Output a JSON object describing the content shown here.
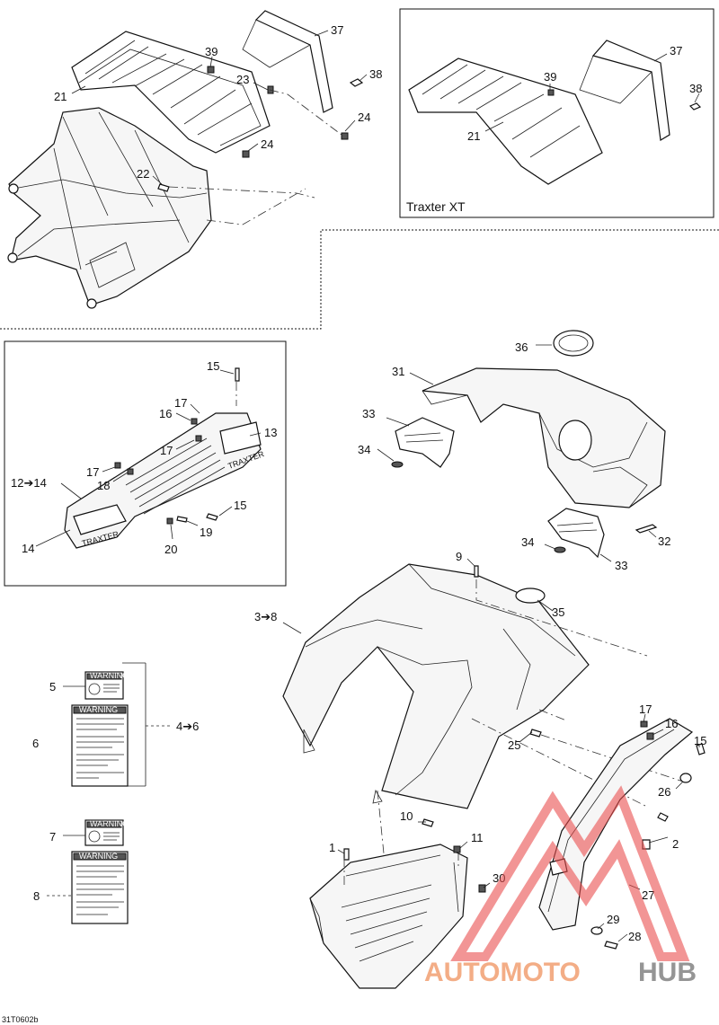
{
  "callouts": {
    "c37a": "37",
    "c39a": "39",
    "c38a": "38",
    "c21a": "21",
    "c23": "23",
    "c24a": "24",
    "c24b": "24",
    "c22": "22",
    "c37b": "37",
    "c39b": "39",
    "c38b": "38",
    "c21b": "21",
    "c15a": "15",
    "c17a": "17",
    "c13": "13",
    "c16a": "16",
    "c17b": "17",
    "c17c": "17",
    "c18": "18",
    "c12_14": "12➔14",
    "c15b": "15",
    "c19": "19",
    "c20": "20",
    "c14": "14",
    "c36": "36",
    "c31": "31",
    "c33a": "33",
    "c34a": "34",
    "c34b": "34",
    "c32": "32",
    "c33b": "33",
    "c9": "9",
    "c35": "35",
    "c3_8": "3➔8",
    "c5": "5",
    "c6": "6",
    "c4_6": "4➔6",
    "c7": "7",
    "c8": "8",
    "c17d": "17",
    "c16b": "16",
    "c15c": "15",
    "c25": "25",
    "c26": "26",
    "c10": "10",
    "c2": "2",
    "c1": "1",
    "c11": "11",
    "c30": "30",
    "c27": "27",
    "c29": "29",
    "c28": "28"
  },
  "inset_caption": "Traxter XT",
  "figure_code": "31T0602b",
  "label_text": {
    "warning_small": "WARNING",
    "warning_large": "WARNING",
    "bumper_brand": "TRAXTER"
  },
  "watermark": {
    "word_left": "AUTOMOTO",
    "word_right": "HUB",
    "color_left": "#f2a57a",
    "color_right": "#8a8a8a",
    "logo_color": "#e94b4b"
  }
}
